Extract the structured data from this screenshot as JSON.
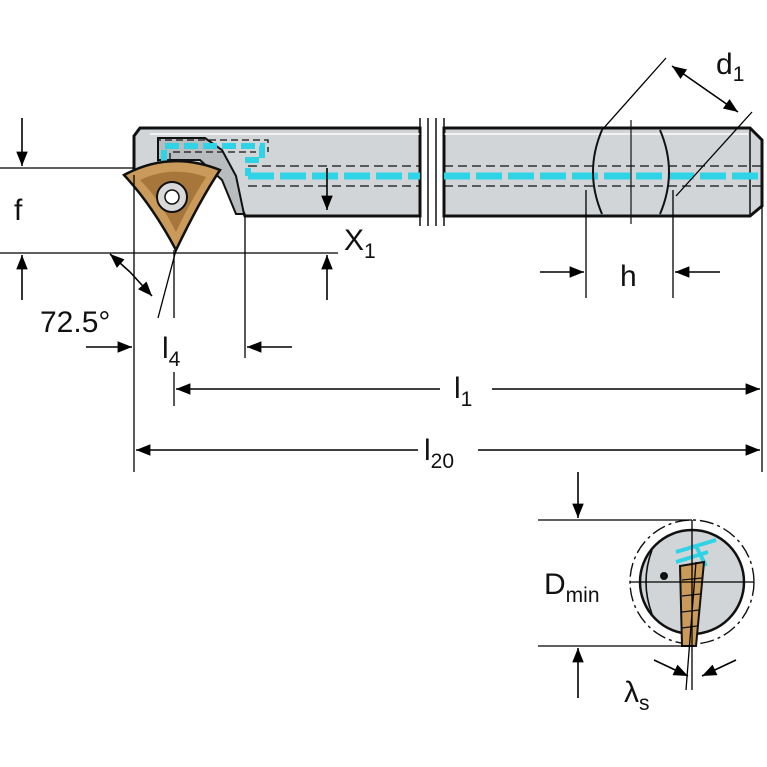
{
  "colors": {
    "body": "#d2d5d7",
    "outline": "#111111",
    "coolant": "#2fd3e6",
    "insert": "#c99a5a",
    "insert_dark": "#8a5a22"
  },
  "labels": {
    "d1_main": "d",
    "d1_sub": "1",
    "f": "f",
    "x1_main": "X",
    "x1_sub": "1",
    "h": "h",
    "angle": "72.5°",
    "l4_main": "l",
    "l4_sub": "4",
    "l1_main": "l",
    "l1_sub": "1",
    "l20_main": "l",
    "l20_sub": "20",
    "dmin_main": "D",
    "dmin_sub": "min",
    "lambda_main": "λ",
    "lambda_sub": "s"
  }
}
